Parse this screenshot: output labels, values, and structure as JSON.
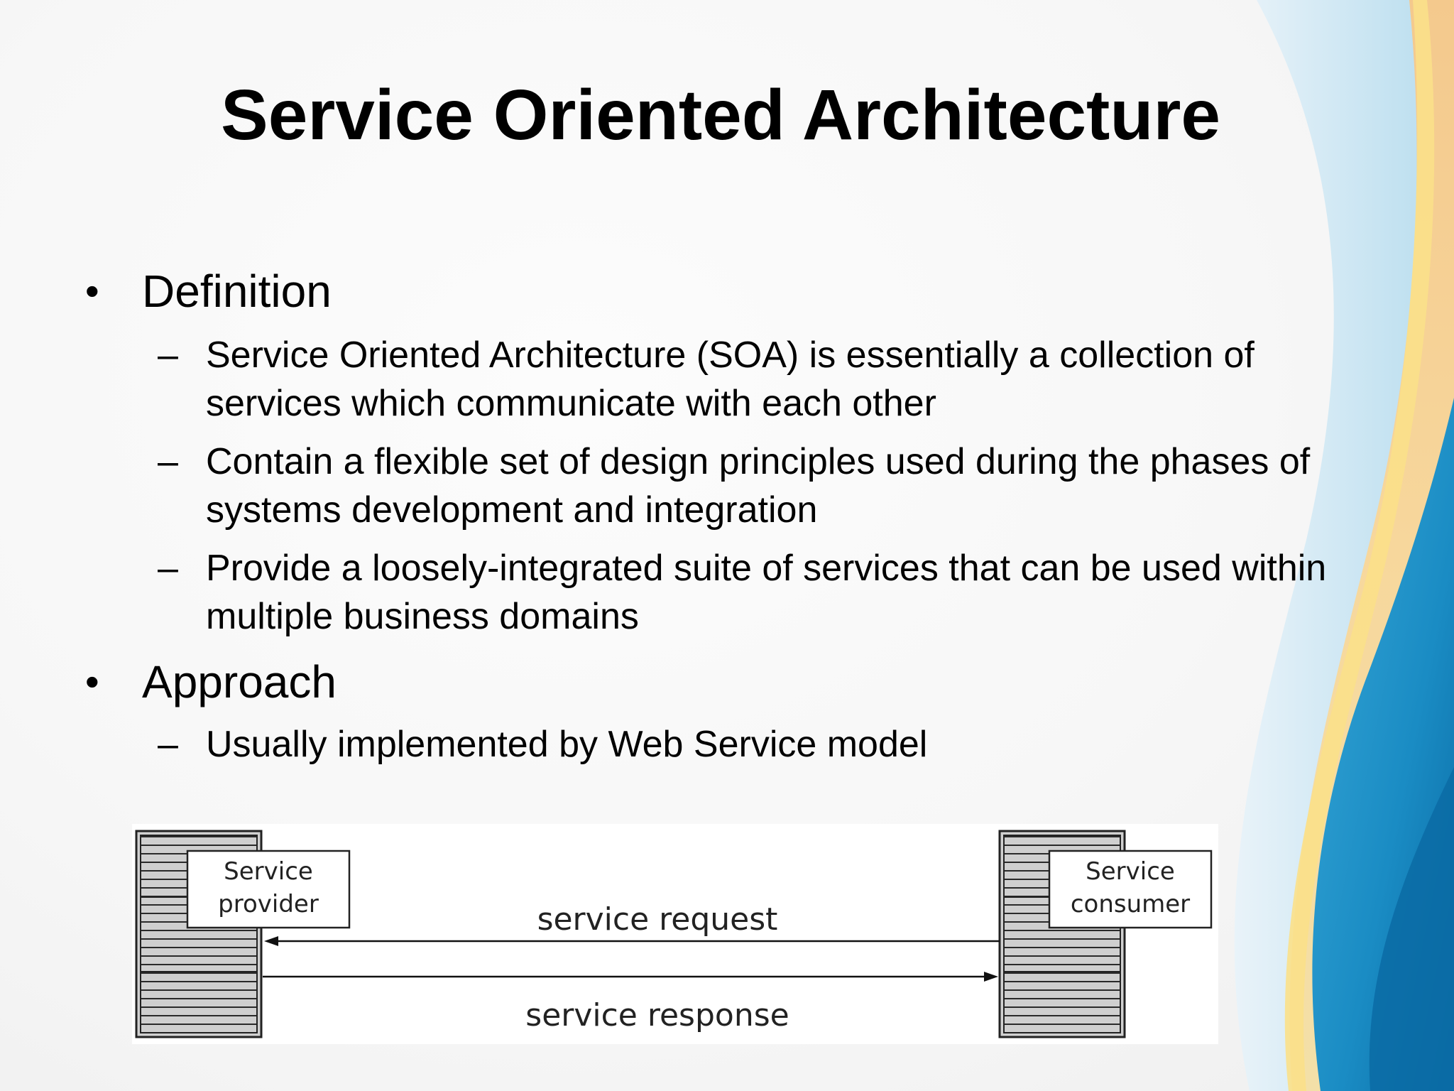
{
  "slide": {
    "title": "Service Oriented Architecture",
    "bullet_symbol": "•",
    "dash_symbol": "–",
    "sections": [
      {
        "heading": "Definition",
        "items": [
          "Service Oriented Architecture (SOA) is essentially a collection of services which communicate with each other",
          "Contain a flexible set of design principles used during the phases of systems development and integration",
          "Provide a loosely-integrated suite of services that can be used within multiple business domains"
        ]
      },
      {
        "heading": "Approach",
        "items": [
          "Usually implemented by Web Service model"
        ]
      }
    ]
  },
  "diagram": {
    "provider_line1": "Service",
    "provider_line2": "provider",
    "consumer_line1": "Service",
    "consumer_line2": "consumer",
    "request_label": "service request",
    "response_label": "service response"
  },
  "colors": {
    "wave_orange": "#f2c98a",
    "wave_yellow": "#fbe38c",
    "wave_light_blue": "#b9dcef",
    "wave_blue": "#1f8fc6",
    "wave_dark_blue": "#0b6fa8",
    "server_gray": "#c8c8c8"
  }
}
